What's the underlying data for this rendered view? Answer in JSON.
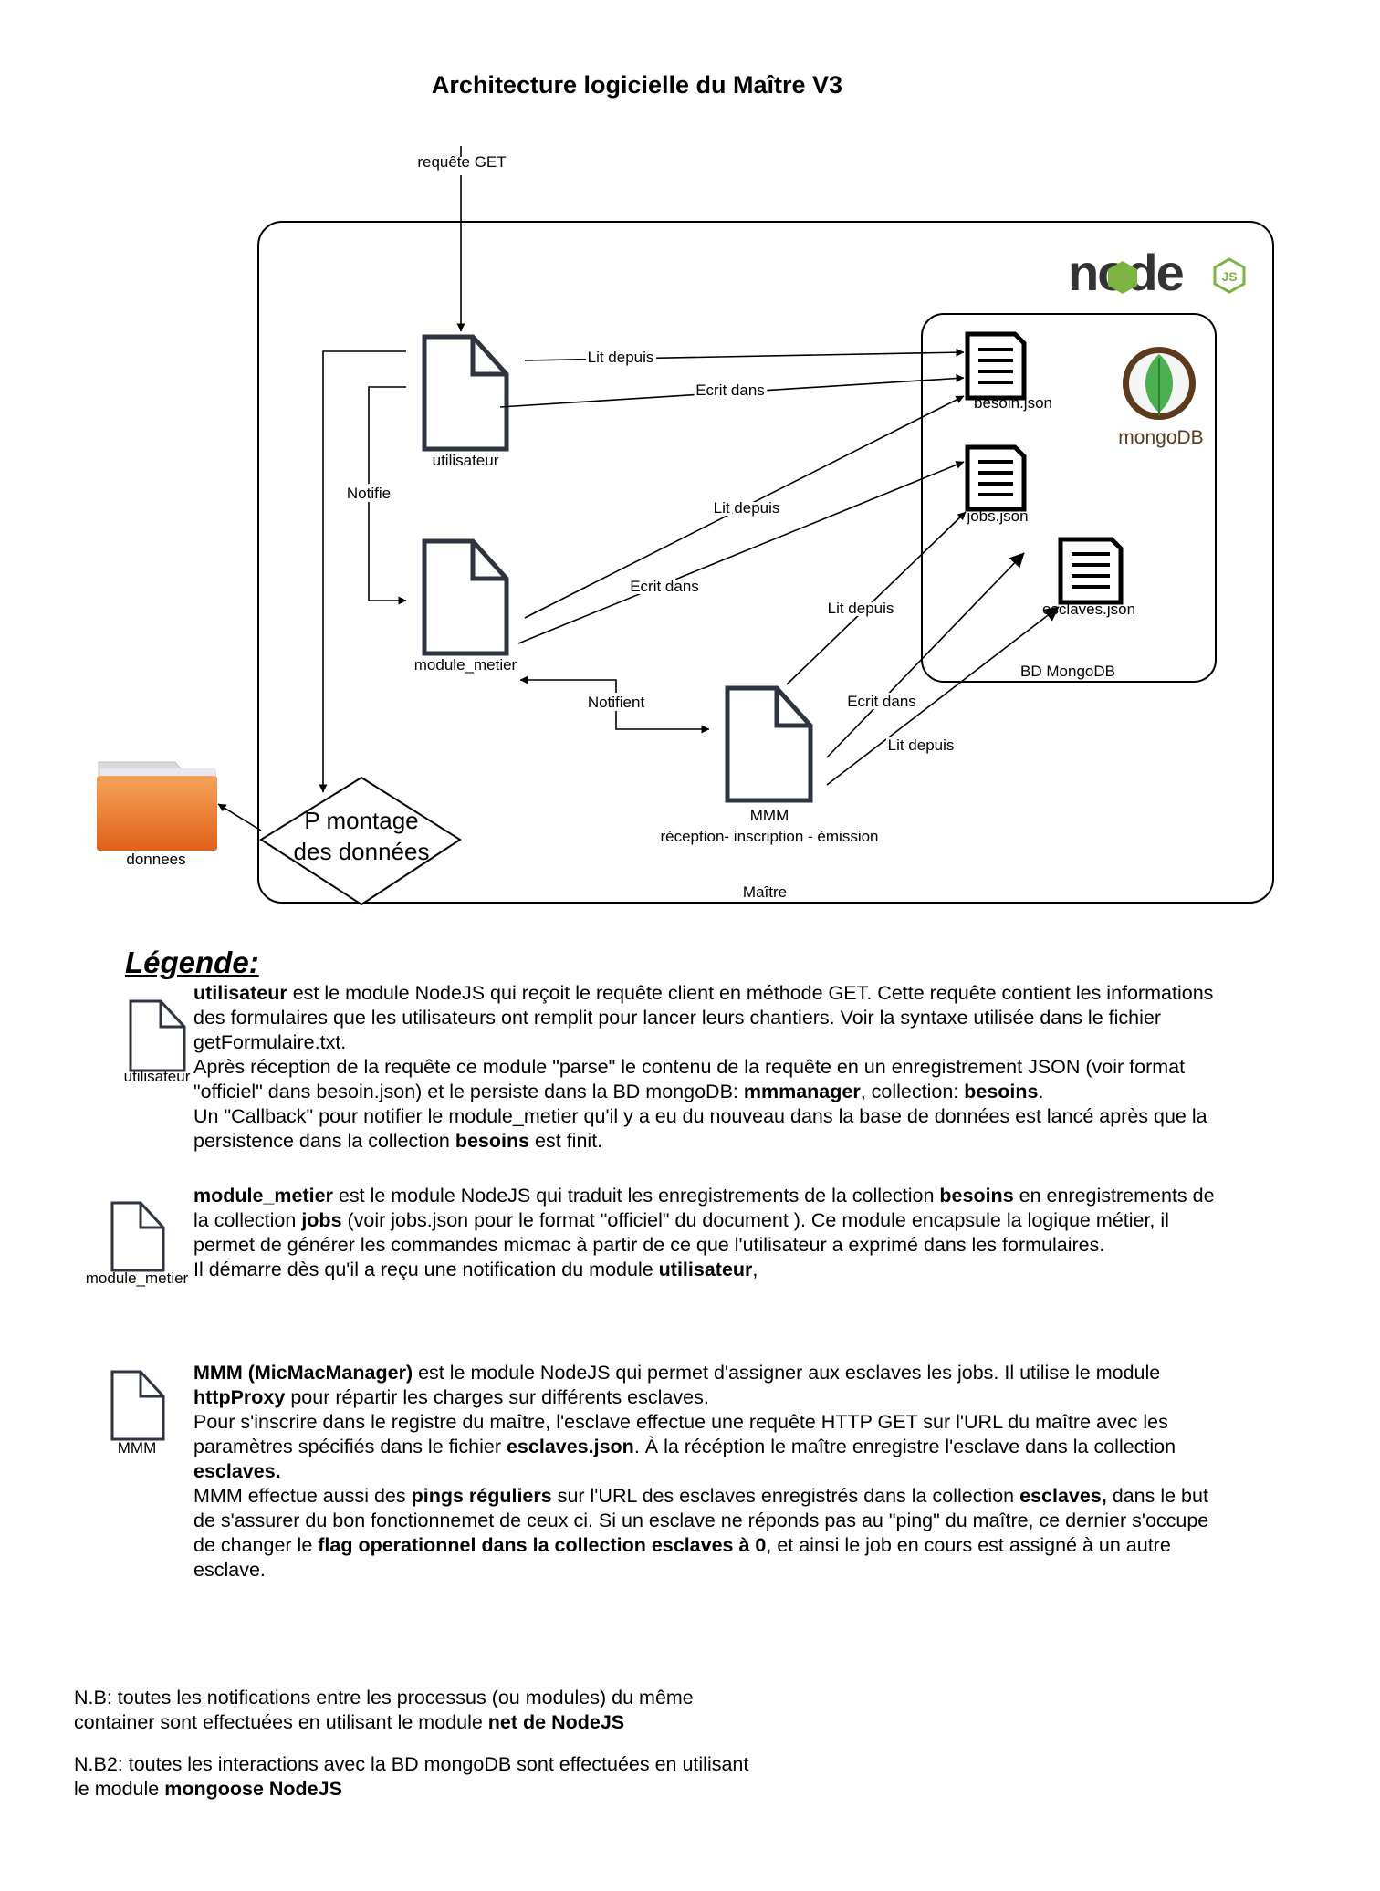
{
  "title": "Architecture logicielle du Maître V3",
  "diagram": {
    "request_label": "requête GET",
    "container_label": "Maître",
    "db_label": "BD MongoDB",
    "nodejs_logo": "node",
    "nodejs_badge": "JS",
    "mongodb_logo": "mongoDB",
    "nodes": {
      "utilisateur": "utilisateur",
      "module_metier": "module_metier",
      "mmm": "MMM",
      "mmm_sub": "réception- inscription - émission",
      "montage_line1": "P montage",
      "montage_line2": "des données",
      "donnees": "donnees",
      "besoin": "besoin.json",
      "jobs": "jobs.json",
      "esclaves": "esclaves.json"
    },
    "edges": {
      "u_lit": "Lit depuis",
      "u_ecrit": "Ecrit dans",
      "notifie": "Notifie",
      "mm_lit": "Lit depuis",
      "mm_ecrit": "Ecrit dans",
      "notifient": "Notifient",
      "mmm_lit1": "Lit depuis",
      "mmm_ecrit": "Ecrit dans",
      "mmm_lit2": "Lit depuis"
    },
    "colors": {
      "stroke": "#000000",
      "doc_icon": "#2e3440",
      "folder": "#f07a2a",
      "node_dark": "#333333",
      "node_green": "#7cb342",
      "mongo_brown": "#5b3a1e",
      "mongo_green": "#4caf50"
    }
  },
  "legend": {
    "title": "Légende:",
    "icon_utilisateur": "utilisateur",
    "icon_module_metier": "module_metier",
    "icon_mmm": "MMM",
    "p1": {
      "b1": "utilisateur",
      "t1": " est le module NodeJS qui reçoit le requête client en méthode GET. Cette requête contient les informations des formulaires que les utilisateurs ont remplit pour lancer leurs chantiers. Voir la syntaxe utilisée dans le fichier getFormulaire.txt.",
      "t2": "Après réception de la requête ce module \"parse\" le contenu de la requête en un enregistrement JSON (voir format \"officiel\" dans besoin.json) et le persiste dans la BD mongoDB: ",
      "b2": "mmmanager",
      "t3": ", collection: ",
      "b3": "besoins",
      "t4": ".",
      "t5": "Un \"Callback\" pour notifier le module_metier qu'il y a eu du nouveau dans la base de données est lancé après que la persistence dans la collection ",
      "b4": "besoins",
      "t6": " est finit."
    },
    "p2": {
      "b1": "module_metier",
      "t1": " est le module NodeJS qui traduit les enregistrements de la collection ",
      "b2": "besoins",
      "t2": " en enregistrements de la collection ",
      "b3": "jobs",
      "t3": " (voir jobs.json pour le format \"officiel\" du document  ). Ce module encapsule la logique métier, il permet de générer les commandes micmac à partir de ce que l'utilisateur a exprimé dans les formulaires.",
      "t4": "Il démarre dès qu'il a reçu une notification du module ",
      "b4": "utilisateur",
      "t5": ","
    },
    "p3": {
      "b1": "MMM (MicMacManager)",
      "t1": " est le module NodeJS qui permet d'assigner aux esclaves les jobs. Il utilise le module ",
      "b2": "httpProxy",
      "t2": " pour répartir les charges sur différents esclaves.",
      "t3": "Pour s'inscrire dans le registre du maître, l'esclave effectue une requête HTTP GET sur l'URL du maître avec les paramètres spécifiés dans le fichier ",
      "b3": "esclaves.json",
      "t4": ". À la récéption le maître enregistre l'esclave dans la collection ",
      "b4": "esclaves.",
      "t5": "MMM effectue aussi des ",
      "b5": "pings réguliers",
      "t6": " sur l'URL des esclaves enregistrés dans la collection ",
      "b6": "esclaves,",
      "t7": " dans le but de s'assurer du bon fonctionnemet de ceux ci. Si un esclave ne réponds pas au \"ping\" du maître, ce dernier s'occupe de changer le ",
      "b7": "flag operationnel dans la collection esclaves à 0",
      "t8": ", et ainsi le job en cours est assigné à un autre esclave."
    }
  },
  "notes": {
    "nb1_text": "N.B:  toutes les notifications entre les processus (ou modules) du même container sont effectuées en utilisant le module ",
    "nb1_bold": "net de NodeJS",
    "nb2_text": "N.B2:  toutes les interactions avec la BD mongoDB sont effectuées en utilisant le module ",
    "nb2_bold": "mongoose NodeJS"
  }
}
